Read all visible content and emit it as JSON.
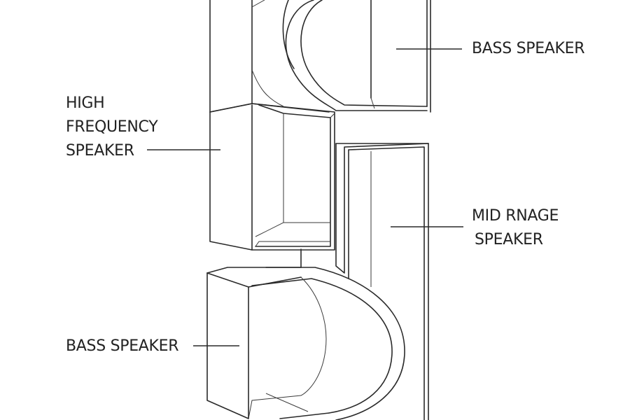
{
  "labels": {
    "bass_top": "BASS SPEAKER",
    "high_frequency": [
      "HIGH",
      "FREQUENCY",
      "SPEAKER"
    ],
    "mid_range": [
      "MID RNAGE",
      "SPEAKER"
    ],
    "bass_bottom": "BASS SPEAKER"
  },
  "colors": {
    "line": "#2a2a2a",
    "text": "#222222",
    "background": "#ffffff"
  }
}
